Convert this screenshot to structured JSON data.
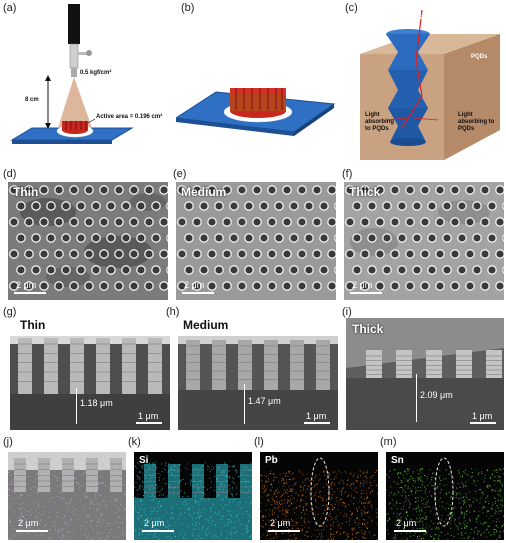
{
  "panel_labels": {
    "a": "(a)",
    "b": "(b)",
    "c": "(c)",
    "d": "(d)",
    "e": "(e)",
    "f": "(f)",
    "g": "(g)",
    "h": "(h)",
    "i": "(i)",
    "j": "(j)",
    "k": "(k)",
    "l": "(l)",
    "m": "(m)"
  },
  "panel_a": {
    "pressure": "0.5 kgf/cm²",
    "distance": "8 cm",
    "active_area": "Active area = 0.196 cm²"
  },
  "panel_c": {
    "swir": "SWIR",
    "pqds": "PQDs",
    "left_note": "Light absorbing to PQDs",
    "right_note": "Light absorbing to PQDs"
  },
  "panel_d": {
    "tag": "Thin",
    "scalebar": "2 μm"
  },
  "panel_e": {
    "tag": "Medium",
    "scalebar": "2 μm"
  },
  "panel_f": {
    "tag": "Thick",
    "scalebar": "2 μm"
  },
  "panel_g": {
    "tag": "Thin",
    "height": "1.18 μm",
    "scalebar": "1 μm"
  },
  "panel_h": {
    "tag": "Medium",
    "height": "1.47 μm",
    "scalebar": "1 μm"
  },
  "panel_i": {
    "tag": "Thick",
    "height": "2.09 μm",
    "scalebar": "1 μm"
  },
  "panel_j": {
    "scalebar": "2 μm"
  },
  "panel_k": {
    "element": "Si",
    "scalebar": "2 μm",
    "color": "#2fb7c4"
  },
  "panel_l": {
    "element": "Pb",
    "scalebar": "2 μm",
    "color": "#e07a1f"
  },
  "panel_m": {
    "element": "Sn",
    "scalebar": "2 μm",
    "color": "#66d13a"
  }
}
